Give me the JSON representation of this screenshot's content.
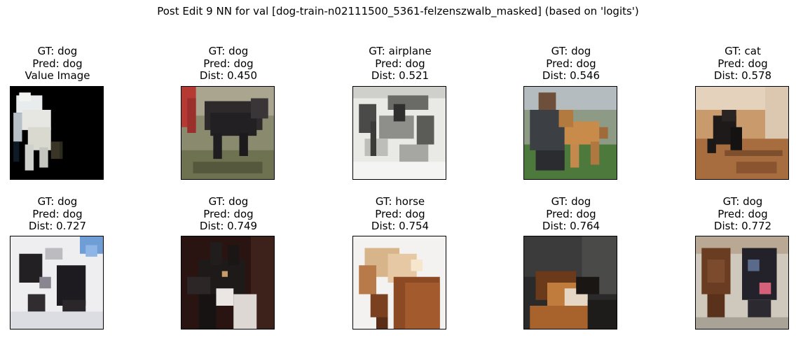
{
  "figure": {
    "title": "Post Edit 9 NN for val [dog-train-n02111500_5361-felzenszwalb_masked] (based on 'logits')"
  },
  "panels": [
    {
      "gt": "GT: dog",
      "pred": "Pred: dog",
      "info": "Value Image",
      "scene": "masked-dog"
    },
    {
      "gt": "GT: dog",
      "pred": "Pred: dog",
      "info": "Dist: 0.450",
      "scene": "black-dog-grass"
    },
    {
      "gt": "GT: airplane",
      "pred": "Pred: dog",
      "info": "Dist: 0.521",
      "scene": "grey-sketch"
    },
    {
      "gt": "GT: dog",
      "pred": "Pred: dog",
      "info": "Dist: 0.546",
      "scene": "man-with-dog"
    },
    {
      "gt": "GT: cat",
      "pred": "Pred: dog",
      "info": "Dist: 0.578",
      "scene": "black-cat-floor"
    },
    {
      "gt": "GT: dog",
      "pred": "Pred: dog",
      "info": "Dist: 0.727",
      "scene": "spotted-dog-snow"
    },
    {
      "gt": "GT: dog",
      "pred": "Pred: dog",
      "info": "Dist: 0.749",
      "scene": "dark-dog-profile"
    },
    {
      "gt": "GT: horse",
      "pred": "Pred: dog",
      "info": "Dist: 0.754",
      "scene": "pony-head"
    },
    {
      "gt": "GT: dog",
      "pred": "Pred: dog",
      "info": "Dist: 0.764",
      "scene": "dog-dark-bg"
    },
    {
      "gt": "GT: dog",
      "pred": "Pred: dog",
      "info": "Dist: 0.772",
      "scene": "two-dogs"
    }
  ]
}
